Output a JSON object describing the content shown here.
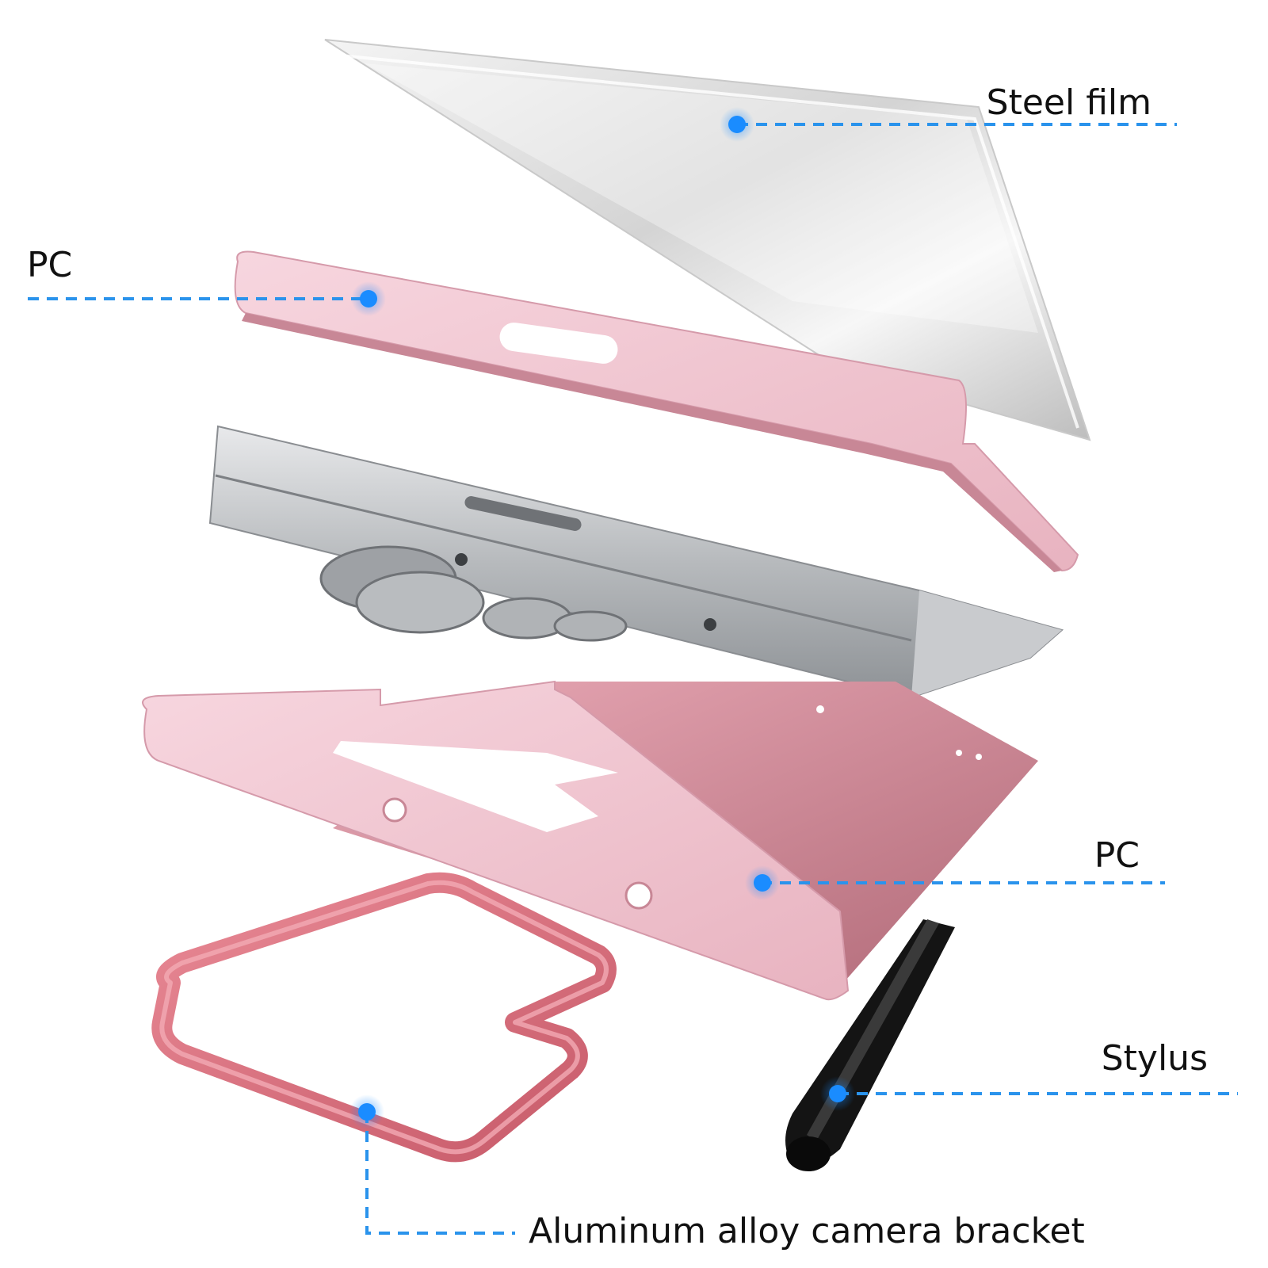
{
  "callouts": {
    "steel_film": "Steel film",
    "pc_top": "PC",
    "pc_bottom": "PC",
    "stylus": "Stylus",
    "camera_bracket": "Aluminum alloy camera bracket"
  },
  "colors": {
    "callout_dot": "#1a8cff",
    "callout_line": "#2a93ec",
    "pink_light": "#f2c8d4",
    "pink_mid": "#d99aa8",
    "pink_dark": "#b76e7c",
    "bracket": "#d9707e",
    "metal": "#a9acb0",
    "stylus": "#111111",
    "glass": "#e6e6e6"
  }
}
